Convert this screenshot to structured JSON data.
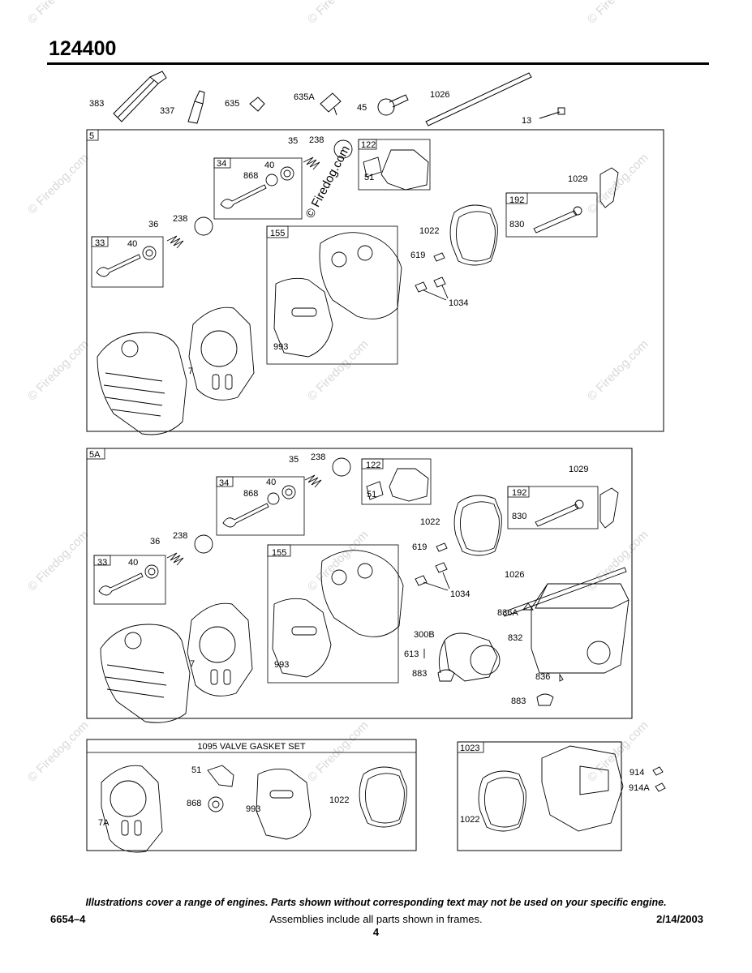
{
  "header": {
    "title": "124400"
  },
  "watermark": {
    "text": "© Firedog.com"
  },
  "top_parts": [
    "383",
    "337",
    "635",
    "635A",
    "45",
    "1026",
    "13"
  ],
  "frame5": {
    "label": "5",
    "labels": [
      "35",
      "238",
      "122",
      "51",
      "34",
      "40",
      "868",
      "1029",
      "192",
      "830",
      "36",
      "238",
      "1022",
      "33",
      "40",
      "155",
      "619",
      "1034",
      "993",
      "7"
    ]
  },
  "frame5a": {
    "label": "5A",
    "labels": [
      "35",
      "238",
      "122",
      "51",
      "1029",
      "34",
      "40",
      "868",
      "192",
      "830",
      "1022",
      "36",
      "238",
      "619",
      "33",
      "40",
      "155",
      "1034",
      "1026",
      "836A",
      "300B",
      "832",
      "613",
      "993",
      "7",
      "883",
      "836",
      "883"
    ]
  },
  "valve_set": {
    "title": "1095 VALVE GASKET SET",
    "labels": [
      "51",
      "868",
      "993",
      "1022",
      "7A"
    ]
  },
  "frame1023": {
    "label": "1023",
    "labels": [
      "914",
      "914A",
      "1022"
    ]
  },
  "footer": {
    "note": "Illustrations cover a range of engines. Parts shown without corresponding text may not be used on your specific engine.",
    "code": "6654–4",
    "assemblies": "Assemblies include all parts shown in frames.",
    "date": "2/14/2003",
    "page": "4"
  }
}
